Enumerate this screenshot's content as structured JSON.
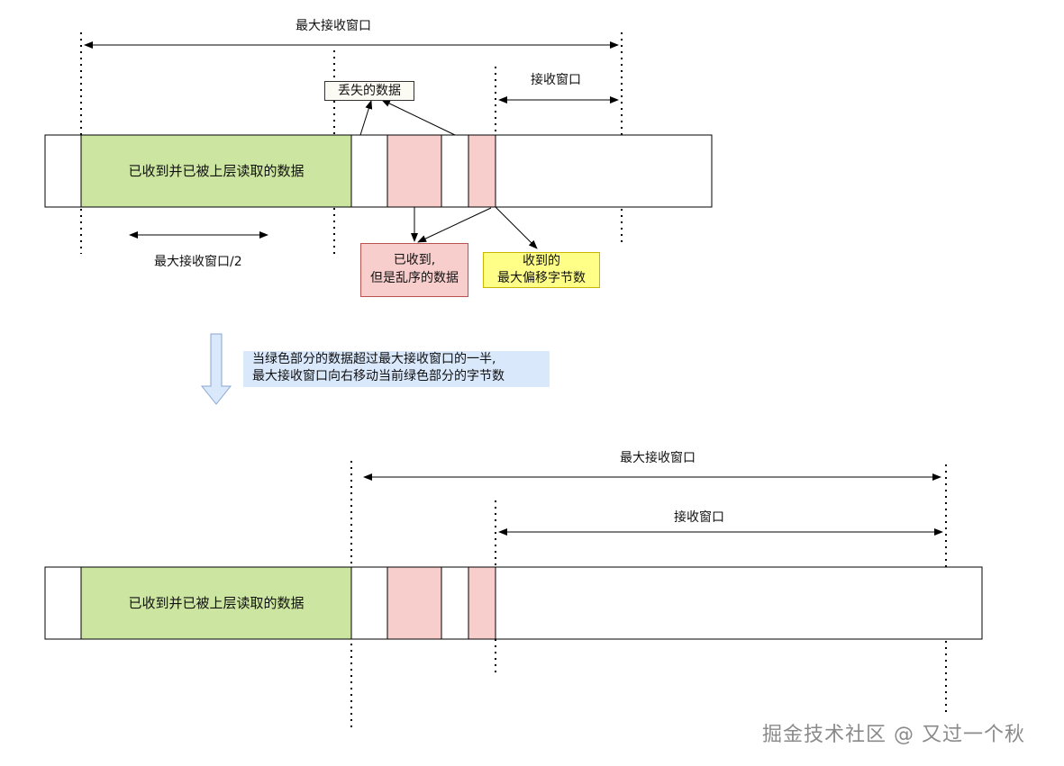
{
  "top": {
    "max_window_label": "最大接收窗口",
    "recv_window_label": "接收窗口",
    "lost_data_label": "丢失的数据",
    "read_data_label": "已收到并已被上层读取的数据",
    "half_window_label": "最大接收窗口/2",
    "out_of_order_line1": "已收到,",
    "out_of_order_line2": "但是乱序的数据",
    "max_offset_line1": "收到的",
    "max_offset_line2": "最大偏移字节数"
  },
  "transition": {
    "note_line1": "当绿色部分的数据超过最大接收窗口的一半,",
    "note_line2": "最大接收窗口向右移动当前绿色部分的字节数"
  },
  "bottom": {
    "max_window_label": "最大接收窗口",
    "recv_window_label": "接收窗口",
    "read_data_label": "已收到并已被上层读取的数据"
  },
  "watermark": "掘金技术社区 @ 又过一个秋",
  "colors": {
    "green": "#cce5a0",
    "pink": "#f8cecc",
    "yellow": "#ffff88",
    "note_bg": "#dae8fc",
    "arrow_fill": "#dae8fc",
    "arrow_stroke": "#8aa6cf"
  }
}
